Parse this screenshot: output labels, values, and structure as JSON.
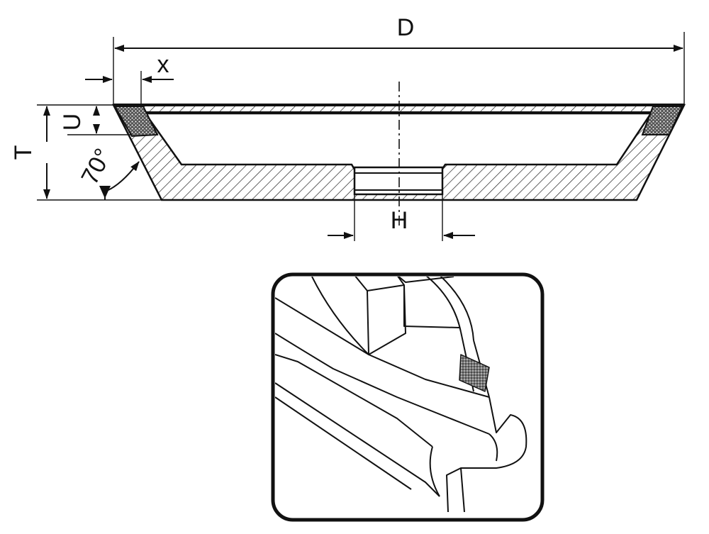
{
  "labels": {
    "diameter": "D",
    "x": "x",
    "u": "U",
    "thickness": "T",
    "angle": "70°",
    "hole": "H"
  },
  "colors": {
    "ink": "#111111",
    "background": "#ffffff",
    "abrasive": "#444444"
  }
}
